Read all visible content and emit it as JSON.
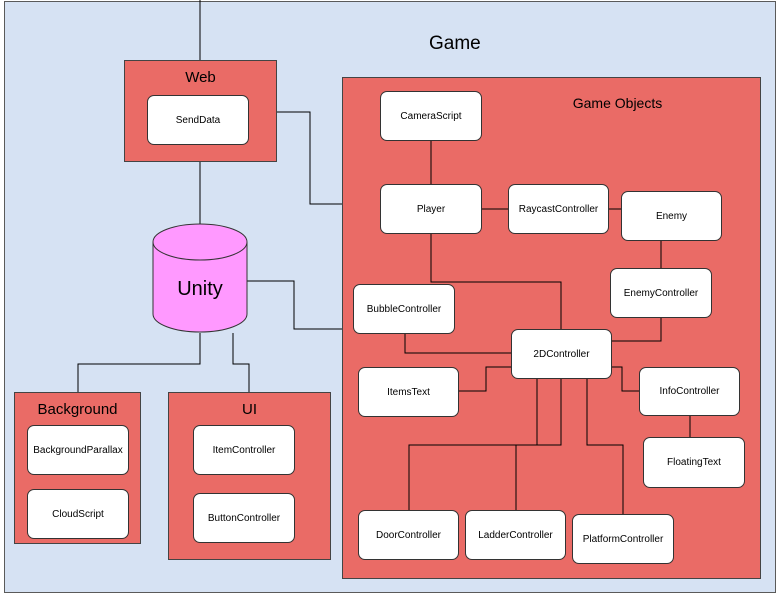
{
  "diagram": {
    "title": "Game",
    "web": {
      "label": "Web",
      "items": [
        "SendData"
      ]
    },
    "unity": {
      "label": "Unity"
    },
    "game_objects": {
      "label": "Game Objects",
      "nodes": {
        "camera": "CameraScript",
        "player": "Player",
        "raycast": "RaycastController",
        "enemy": "Enemy",
        "enemy_ctrl": "EnemyController",
        "bubble": "BubbleController",
        "controller2d": "2DController",
        "items_text": "ItemsText",
        "info": "InfoController",
        "floating": "FloatingText",
        "door": "DoorController",
        "ladder": "LadderController",
        "platform": "PlatformController"
      }
    },
    "background": {
      "label": "Background",
      "items": [
        "BackgroundParallax",
        "CloudScript"
      ]
    },
    "ui": {
      "label": "UI",
      "items": [
        "ItemController",
        "ButtonController"
      ]
    },
    "colors": {
      "canvas": "#d6e2f3",
      "container": "#ea6b66",
      "unity": "#ff99ff",
      "line": "#000000"
    }
  }
}
